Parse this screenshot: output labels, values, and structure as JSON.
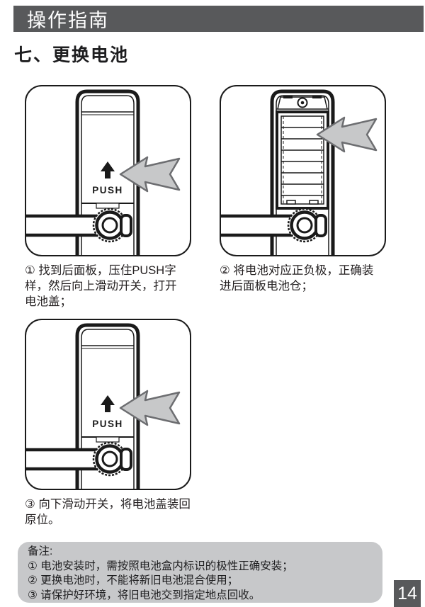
{
  "page": {
    "header": "操作指南",
    "section_title": "七、更换电池",
    "page_number": "14"
  },
  "figures": {
    "push_label": "PUSH"
  },
  "steps": [
    {
      "caption": "① 找到后面板，压住PUSH字\n样，然后向上滑动开关，打开\n电池盖；"
    },
    {
      "caption": "② 将电池对应正负极，正确装\n进后面板电池仓；"
    },
    {
      "caption": "③ 向下滑动开关，将电池盖装回\n原位。"
    }
  ],
  "notes": {
    "title": "备注:",
    "items": [
      "① 电池安装时，需按照电池盒内标识的极性正确安装；",
      "② 更换电池时，不能将新旧电池混合使用；",
      "③ 请保护好环境，将旧电池交到指定地点回收。"
    ]
  },
  "colors": {
    "header_bar": "#58595b",
    "note_box_background": "#c7c8ca",
    "arrow_fill": "#c7c8c9",
    "arrow_outline": "#6d6e71",
    "line_art": "#1a1a1a",
    "page_number_box": "#58595b"
  }
}
